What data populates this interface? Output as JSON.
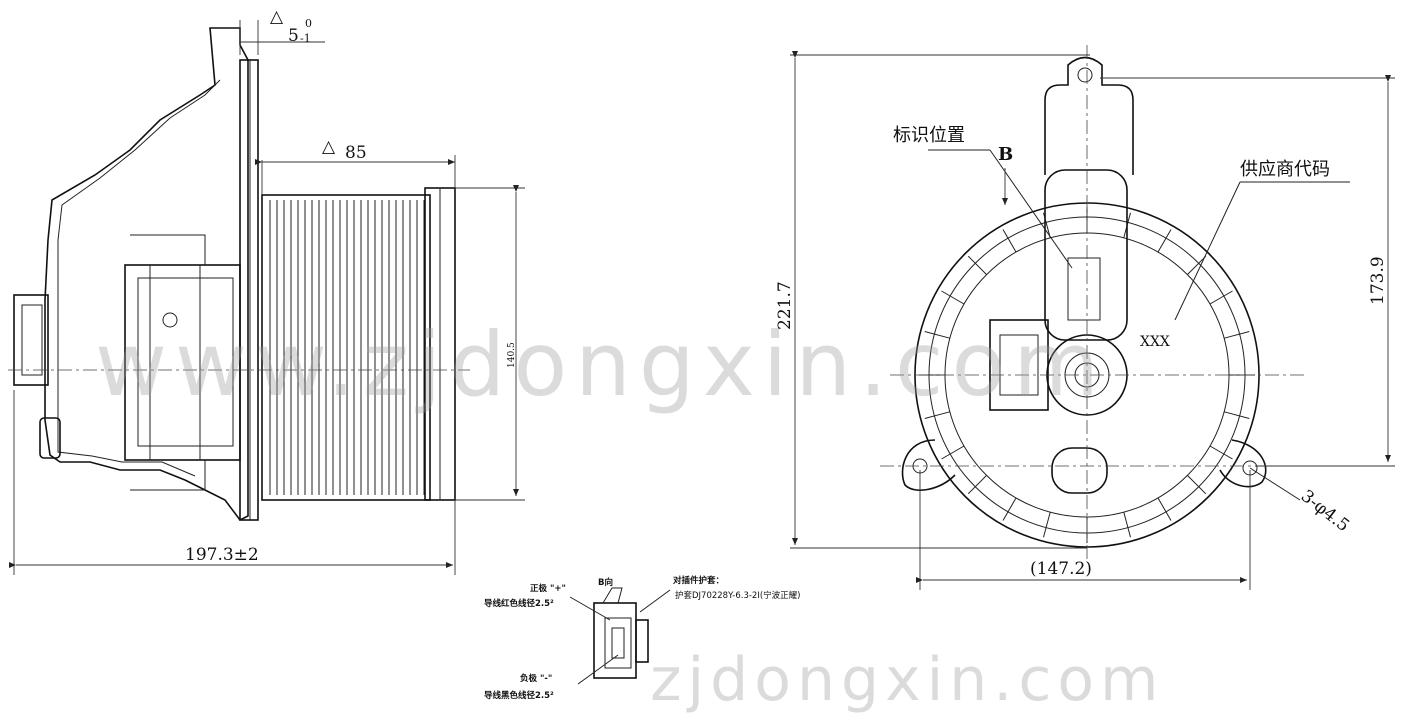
{
  "side_view": {
    "tol_top": "0",
    "tol_bottom": "-1",
    "dim_flange": "5",
    "dim_wheel": "85",
    "dim_height": "140.5",
    "dim_length": "197.3±2"
  },
  "front_view": {
    "label_id_position": "标识位置",
    "label_view_b": "B",
    "label_supplier_code": "供应商代码",
    "label_code_placeholder": "XXX",
    "dim_total_height": "221.7",
    "dim_hole_height": "173.9",
    "dim_width": "(147.2)",
    "dim_holes": "3-φ4.5"
  },
  "connector_detail": {
    "positive_pole": "正极 \"+\"",
    "positive_wire": "导线红色线径2.5²",
    "b_direction": "B向",
    "mating_sheath": "对插件护套：",
    "sheath_part": "护套DJ70228Y-6.3-2I(宁波正耀)",
    "negative_pole": "负极 \"-\"",
    "negative_wire": "导线黑色线径2.5²"
  },
  "watermark": {
    "text_center": "www.zjdongxin.com",
    "text_bottom": "zjdongxin.com"
  },
  "delta_symbol": "△",
  "colors": {
    "line": "#111111",
    "watermark": "#9a9a9a",
    "background": "#ffffff"
  }
}
